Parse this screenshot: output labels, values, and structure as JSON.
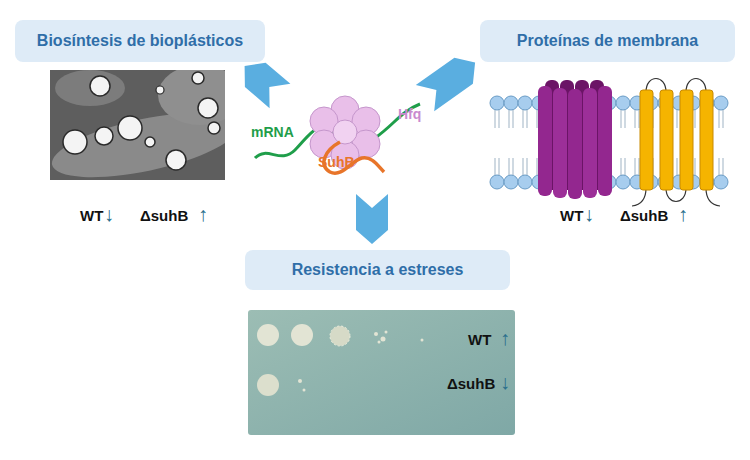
{
  "diagram": {
    "nodes": [
      {
        "text": [
          "Biosíntesis de bioplásticos"
        ]
      },
      {
        "text": [
          "Proteínas de membrana"
        ]
      },
      {
        "text": [
          "Hfq",
          "mRNA",
          "SuhB"
        ]
      },
      {
        "text": [
          "Resistencia a estreses"
        ]
      }
    ],
    "edges": [
      {
        "from": 2,
        "to": 0,
        "arrow": "to"
      },
      {
        "from": 2,
        "to": 1,
        "arrow": "to"
      },
      {
        "from": 2,
        "to": 3,
        "arrow": "to"
      }
    ],
    "labels": [
      "WT",
      "↓",
      "ΔsuhB",
      "↑",
      "WT",
      "↓",
      "ΔsuhB",
      "↑",
      "WT",
      "↑",
      "ΔsuhB",
      "↓"
    ]
  }
}
